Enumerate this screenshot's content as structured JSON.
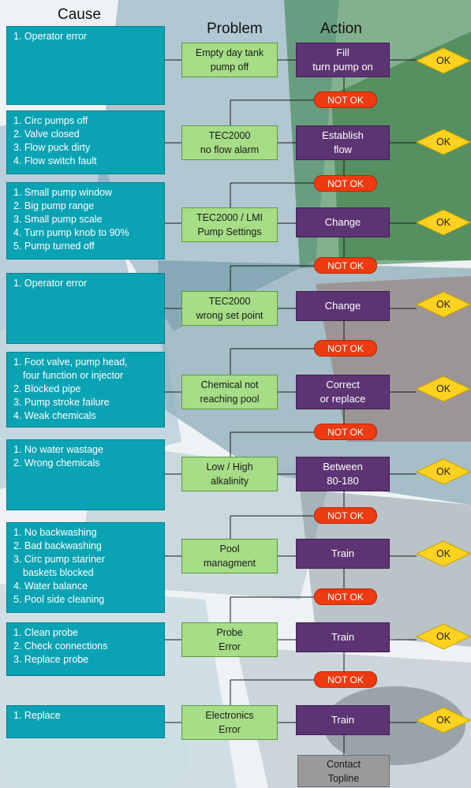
{
  "headers": {
    "cause": "Cause",
    "problem": "Problem",
    "action": "Action"
  },
  "rows": [
    {
      "cause": [
        "1. Operator error"
      ],
      "problem": [
        "Empty day tank",
        "pump off"
      ],
      "action": [
        "Fill",
        "turn pump on"
      ],
      "ok": "OK",
      "not_ok": "NOT OK"
    },
    {
      "cause": [
        "1. Circ pumps off",
        "2. Valve closed",
        "3. Flow puck dirty",
        "4. Flow switch fault"
      ],
      "problem": [
        "TEC2000",
        "no flow alarm"
      ],
      "action": [
        "Establish",
        "flow"
      ],
      "ok": "OK",
      "not_ok": "NOT OK"
    },
    {
      "cause": [
        "1. Small pump window",
        "2. Big pump range",
        "3. Small pump scale",
        "4. Turn pump knob to 90%",
        "5. Pump turned off"
      ],
      "problem": [
        "TEC2000 / LMI",
        "Pump Settings"
      ],
      "action": [
        "Change"
      ],
      "ok": "OK",
      "not_ok": "NOT OK"
    },
    {
      "cause": [
        "1. Operator error"
      ],
      "problem": [
        "TEC2000",
        "wrong set point"
      ],
      "action": [
        "Change"
      ],
      "ok": "OK",
      "not_ok": "NOT OK"
    },
    {
      "cause": [
        "1. Foot valve, pump head,",
        "four function or injector",
        "2. Blocked pipe",
        "3. Pump stroke failure",
        "4. Weak chemicals"
      ],
      "problem": [
        "Chemical not",
        "reaching pool"
      ],
      "action": [
        "Correct",
        "or replace"
      ],
      "ok": "OK",
      "not_ok": "NOT OK"
    },
    {
      "cause": [
        "1. No water wastage",
        "2. Wrong chemicals"
      ],
      "problem": [
        "Low / High",
        "alkalinity"
      ],
      "action": [
        "Between",
        "80-180"
      ],
      "ok": "OK",
      "not_ok": "NOT OK"
    },
    {
      "cause": [
        "1. No backwashing",
        "2. Bad backwashing",
        "3. Circ pump stariner",
        "baskets blocked",
        "4. Water balance",
        "5. Pool side cleaning"
      ],
      "problem": [
        "Pool",
        "managment"
      ],
      "action": [
        "Train"
      ],
      "ok": "OK",
      "not_ok": "NOT OK"
    },
    {
      "cause": [
        "1. Clean probe",
        "2. Check connections",
        "3. Replace probe"
      ],
      "problem": [
        "Probe",
        "Error"
      ],
      "action": [
        "Train"
      ],
      "ok": "OK",
      "not_ok": "NOT OK"
    },
    {
      "cause": [
        "1. Replace"
      ],
      "problem": [
        "Electronics",
        "Error"
      ],
      "action": [
        "Train"
      ],
      "ok": "OK"
    }
  ],
  "contact": [
    "Contact",
    "Topline"
  ],
  "colors": {
    "cause": "#0aa3b4",
    "problem": "#a6dd86",
    "action": "#5d3473",
    "not_ok": "#ee3a10",
    "ok": "#ffd21f",
    "contact": "#9a9a9a"
  }
}
